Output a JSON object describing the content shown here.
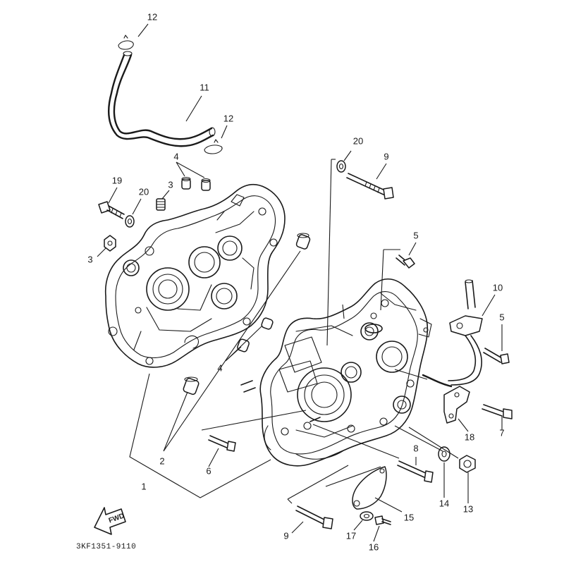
{
  "diagram": {
    "code": "3KF1351-9110",
    "fwd_label": "FWD",
    "callouts": {
      "c1": "1",
      "c2": "2",
      "c3a": "3",
      "c3b": "3",
      "c4a": "4",
      "c4b": "4",
      "c5a": "5",
      "c5b": "5",
      "c6": "6",
      "c7": "7",
      "c8": "8",
      "c9a": "9",
      "c9b": "9",
      "c10": "10",
      "c11": "11",
      "c12a": "12",
      "c12b": "12",
      "c13": "13",
      "c14": "14",
      "c15": "15",
      "c16": "16",
      "c17": "17",
      "c18": "18",
      "c19": "19",
      "c20a": "20",
      "c20b": "20"
    }
  }
}
